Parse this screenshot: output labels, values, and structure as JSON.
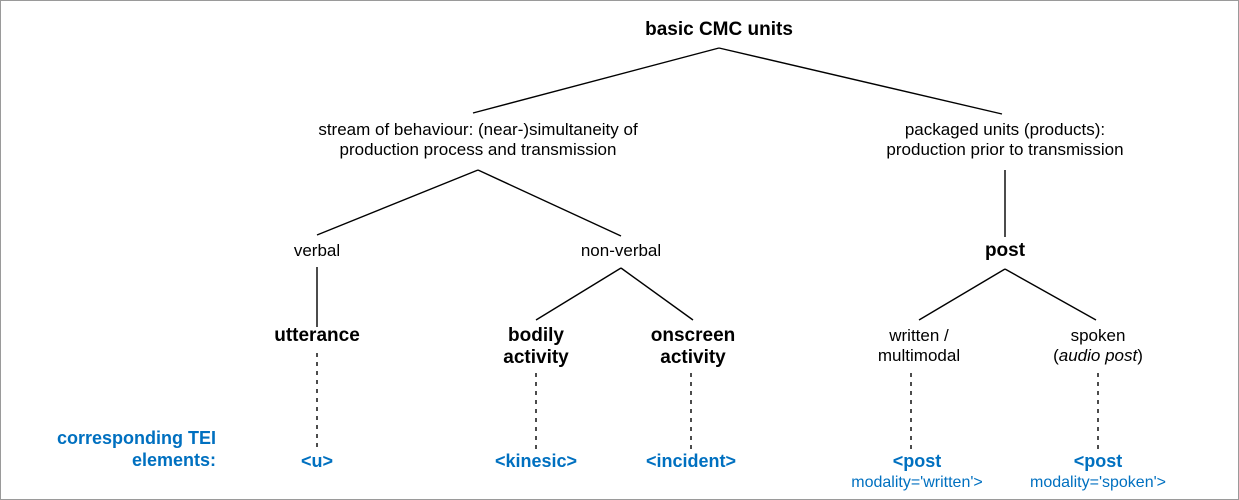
{
  "diagram": {
    "title": "basic CMC units",
    "border_color": "#9a9a9a",
    "line_color": "#000000",
    "tei_color": "#0070c0",
    "root": {
      "label": "basic CMC units"
    },
    "level_two": [
      {
        "id": "stream",
        "line1": "stream of behaviour: (near-)simultaneity of",
        "line2": "production process and transmission"
      },
      {
        "id": "packaged",
        "line1": "packaged units (products):",
        "line2": "production prior to transmission"
      }
    ],
    "level_three": [
      {
        "id": "verbal",
        "label": "verbal"
      },
      {
        "id": "non-verbal",
        "label": "non-verbal"
      },
      {
        "id": "post",
        "label": "post"
      }
    ],
    "level_four": [
      {
        "id": "utterance",
        "line1": "utterance",
        "line2": ""
      },
      {
        "id": "bodily-activity",
        "line1": "bodily",
        "line2": "activity"
      },
      {
        "id": "onscreen-activity",
        "line1": "onscreen",
        "line2": "activity"
      },
      {
        "id": "written-multimodal",
        "line1": "written /",
        "line2": "multimodal"
      },
      {
        "id": "spoken",
        "line1": "spoken",
        "line2_pre": "(",
        "line2_italic": "audio post",
        "line2_post": ")"
      }
    ],
    "tei_caption": {
      "line1": "corresponding TEI",
      "line2": "elements:"
    },
    "tei_elements": [
      {
        "id": "u",
        "main": "<u>",
        "sub": ""
      },
      {
        "id": "kinesic",
        "main": "<kinesic>",
        "sub": ""
      },
      {
        "id": "incident",
        "main": "<incident>",
        "sub": ""
      },
      {
        "id": "post-written",
        "main": "<post",
        "sub": "modality='written'>"
      },
      {
        "id": "post-spoken",
        "main": "<post",
        "sub": "modality='spoken'>"
      }
    ]
  }
}
